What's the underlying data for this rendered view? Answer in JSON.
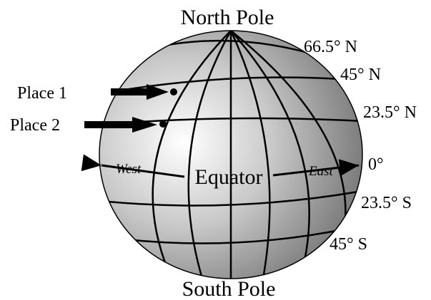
{
  "poles": {
    "north": "North Pole",
    "south": "South Pole"
  },
  "equator_label": "Equator",
  "directions": {
    "west": "West",
    "east": "East"
  },
  "latitudes": {
    "n66": "66.5° N",
    "n45": "45° N",
    "n23": "23.5° N",
    "zero": "0°",
    "s23": "23.5° S",
    "s45": "45° S"
  },
  "places": [
    {
      "label": "Place 1"
    },
    {
      "label": "Place 2"
    }
  ],
  "colors": {
    "line": "#000000",
    "globe_light": "#ffffff",
    "globe_dark": "#555555"
  }
}
